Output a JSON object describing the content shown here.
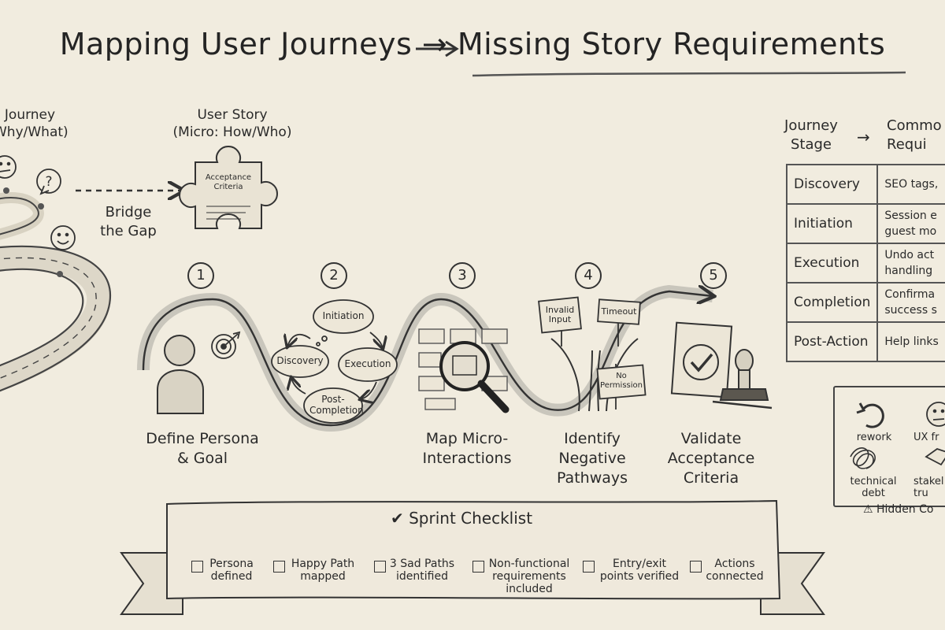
{
  "title": "Mapping User Journeys → Missing Story Requirements",
  "macro": {
    "line1": "Journey",
    "line2": "Why/What)"
  },
  "micro": {
    "line1": "User Story",
    "line2": "(Micro: How/Who)",
    "puzzle_l1": "Acceptance",
    "puzzle_l2": "Criteria"
  },
  "bridge": {
    "line1": "Bridge",
    "line2": "the Gap"
  },
  "steps": [
    {
      "num": "1",
      "label_l1": "Define Persona",
      "label_l2": "& Goal",
      "label_l3": ""
    },
    {
      "num": "2",
      "label_l1": "",
      "label_l2": "",
      "label_l3": ""
    },
    {
      "num": "3",
      "label_l1": "Map Micro-",
      "label_l2": "Interactions",
      "label_l3": ""
    },
    {
      "num": "4",
      "label_l1": "Identify",
      "label_l2": "Negative",
      "label_l3": "Pathways"
    },
    {
      "num": "5",
      "label_l1": "Validate",
      "label_l2": "Acceptance",
      "label_l3": "Criteria"
    }
  ],
  "cycle_clouds": [
    "Initiation",
    "Discovery",
    "Execution",
    "Post-",
    "Completion"
  ],
  "signs": {
    "invalid_l1": "Invalid",
    "invalid_l2": "Input",
    "timeout": "Timeout",
    "noperm_l1": "No",
    "noperm_l2": "Permission"
  },
  "table": {
    "header_stage_l1": "Journey",
    "header_stage_l2": "Stage",
    "header_req_l1": "Commo",
    "header_req_l2": "Requi",
    "rows": [
      {
        "stage": "Discovery",
        "req_l1": "SEO tags,",
        "req_l2": ""
      },
      {
        "stage": "Initiation",
        "req_l1": "Session e",
        "req_l2": "guest mo"
      },
      {
        "stage": "Execution",
        "req_l1": "Undo act",
        "req_l2": "handling"
      },
      {
        "stage": "Completion",
        "req_l1": "Confirma",
        "req_l2": "success s"
      },
      {
        "stage": "Post-Action",
        "req_l1": "Help links",
        "req_l2": ""
      }
    ]
  },
  "hidden_costs": {
    "rework": "rework",
    "ux": "UX fr",
    "tech_l1": "technical",
    "tech_l2": "debt",
    "stake_l1": "stakel",
    "stake_l2": "tru",
    "footer": "⚠ Hidden Co"
  },
  "checklist": {
    "title": "✔ Sprint Checklist",
    "items": [
      {
        "l1": "Persona",
        "l2": "defined",
        "l3": ""
      },
      {
        "l1": "Happy Path",
        "l2": "mapped",
        "l3": ""
      },
      {
        "l1": "3 Sad Paths",
        "l2": "identified",
        "l3": ""
      },
      {
        "l1": "Non-functional",
        "l2": "requirements",
        "l3": "included"
      },
      {
        "l1": "Entry/exit",
        "l2": "points verified",
        "l3": ""
      },
      {
        "l1": "Actions",
        "l2": "connected",
        "l3": ""
      }
    ]
  }
}
